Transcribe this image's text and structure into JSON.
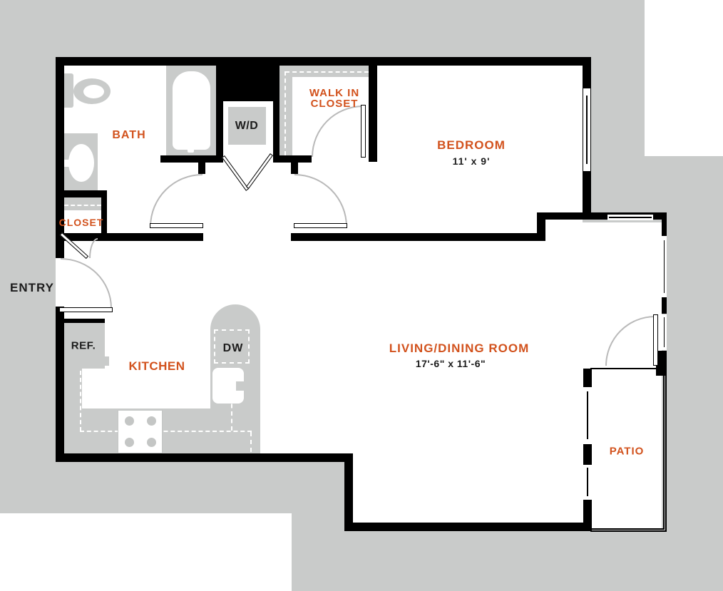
{
  "colors": {
    "background_gray": "#C9CBCA",
    "wall_black": "#000000",
    "room_label_orange": "#D2521D",
    "dimension_text_dark": "#1C1C1C",
    "door_arc_gray": "#B9B9B9",
    "floor_white": "#FFFFFF"
  },
  "rooms": {
    "bath": {
      "label": "BATH"
    },
    "walk_in_closet": {
      "label_line1": "WALK IN",
      "label_line2": "CLOSET"
    },
    "bedroom": {
      "label": "BEDROOM",
      "dims": "11' x 9'"
    },
    "hall_closet": {
      "label": "CLOSET"
    },
    "entry": {
      "label": "ENTRY"
    },
    "kitchen": {
      "label": "KITCHEN"
    },
    "living_dining": {
      "label": "LIVING/DINING ROOM",
      "dims": "17'-6\" x 11'-6\""
    },
    "patio": {
      "label": "PATIO"
    }
  },
  "appliances": {
    "washer_dryer": {
      "label": "W/D"
    },
    "refrigerator": {
      "label": "REF."
    },
    "dishwasher": {
      "label": "DW"
    }
  }
}
